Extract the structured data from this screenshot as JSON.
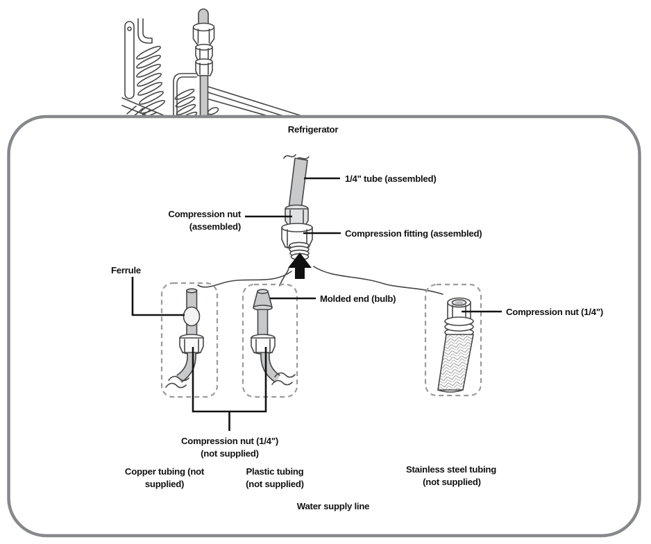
{
  "diagram": {
    "kind": "refrigerator water supply line installation diagram",
    "refrigerator_label": "Refrigerator",
    "water_supply_label": "Water supply line",
    "assembled_parts": {
      "tube": "1/4\" tube (assembled)",
      "compression_nut_line1": "Compression nut",
      "compression_nut_line2": "(assembled)",
      "compression_fitting": "Compression fitting (assembled)"
    },
    "supply_options": {
      "ferrule": "Ferrule",
      "molded_end": "Molded end (bulb)",
      "stainless_nut": "Compression nut (1/4\")",
      "shared_nut_line1": "Compression nut (1/4\")",
      "shared_nut_line2": "(not supplied)",
      "copper_line1": "Copper tubing (not",
      "copper_line2": "supplied)",
      "plastic_line1": "Plastic tubing",
      "plastic_line2": "(not supplied)",
      "stainless_line1": "Stainless steel tubing",
      "stainless_line2": "(not supplied)"
    },
    "colors": {
      "boundary_border": "#86888b",
      "line_art": "#454545",
      "tube_fill": "#c7c9cb",
      "nut_fill": "#e2e4e6",
      "label_text": "#121212",
      "dashed_box": "#9b9b9b",
      "arrow": "#111111"
    }
  }
}
